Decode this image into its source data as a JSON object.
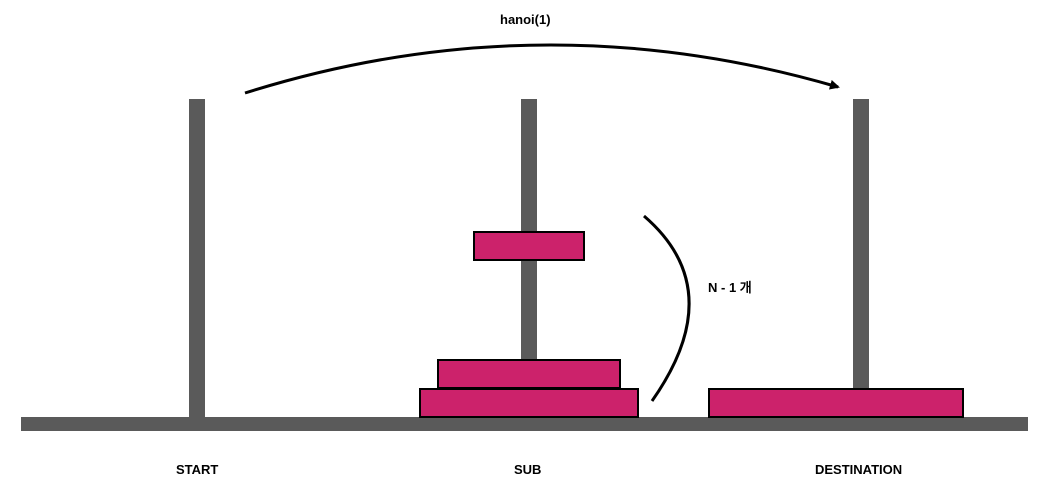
{
  "title_call": "hanoi(1)",
  "bracket_label": "N - 1 개",
  "pegs": {
    "start": "START",
    "sub": "SUB",
    "destination": "DESTINATION"
  },
  "colors": {
    "disk": "#cc226b",
    "peg": "#5a5a5a"
  }
}
